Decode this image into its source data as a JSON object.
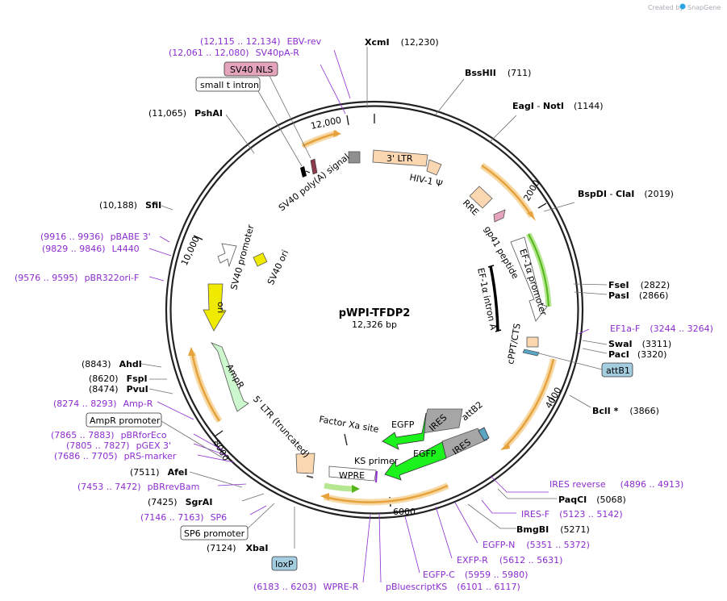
{
  "credit": {
    "text": "Created by",
    "brand": "SnapGene"
  },
  "plasmid": {
    "name": "pWPI-TFDP2",
    "size_label": "12,326 bp"
  },
  "ring_ticks": [
    "2000",
    "4000",
    "6000",
    "8000",
    "10,000",
    "12,000"
  ],
  "enzymes": [
    {
      "name": "XcmI",
      "pos": "(12,230)"
    },
    {
      "name": "BssHII",
      "pos": "(711)"
    },
    {
      "name": "EagI",
      "sep": " - ",
      "name2": "NotI",
      "pos": "(1144)"
    },
    {
      "name": "BspDI",
      "sep": " - ",
      "name2": "ClaI",
      "pos": "(2019)"
    },
    {
      "name": "FseI",
      "pos": "(2822)"
    },
    {
      "name": "PasI",
      "pos": "(2866)"
    },
    {
      "name": "SwaI",
      "pos": "(3311)"
    },
    {
      "name": "PacI",
      "pos": "(3320)"
    },
    {
      "name": "BclI *",
      "pos": "(3866)"
    },
    {
      "name": "PaqCI",
      "pos": "(5068)"
    },
    {
      "name": "BmgBI",
      "pos": "(5271)"
    },
    {
      "name": "XbaI",
      "pos": "(7124)"
    },
    {
      "name": "SgrAI",
      "pos": "(7425)"
    },
    {
      "name": "AfeI",
      "pos": "(7511)"
    },
    {
      "name": "PvuI",
      "pos": "(8474)"
    },
    {
      "name": "FspI",
      "pos": "(8620)"
    },
    {
      "name": "AhdI",
      "pos": "(8843)"
    },
    {
      "name": "SfiI",
      "pos": "(10,188)"
    },
    {
      "name": "PshAI",
      "pos": "(11,065)"
    }
  ],
  "primers": [
    {
      "name": "EBV-rev",
      "pos": "(12,115 .. 12,134)"
    },
    {
      "name": "SV40pA-R",
      "pos": "(12,061 .. 12,080)"
    },
    {
      "name": "EF1a-F",
      "pos": "(3244 .. 3264)"
    },
    {
      "name": "IRES reverse",
      "pos": "(4896 .. 4913)"
    },
    {
      "name": "IRES-F",
      "pos": "(5123 .. 5142)"
    },
    {
      "name": "EGFP-N",
      "pos": "(5351 .. 5372)"
    },
    {
      "name": "EXFP-R",
      "pos": "(5612 .. 5631)"
    },
    {
      "name": "EGFP-C",
      "pos": "(5959 .. 5980)"
    },
    {
      "name": "pBluescriptKS",
      "pos": "(6101 .. 6117)"
    },
    {
      "name": "WPRE-R",
      "pos": "(6183 .. 6203)"
    },
    {
      "name": "SP6",
      "pos": "(7146 .. 7163)"
    },
    {
      "name": "pBRrevBam",
      "pos": "(7453 .. 7472)"
    },
    {
      "name": "pRS-marker",
      "pos": "(7686 .. 7705)"
    },
    {
      "name": "pGEX 3'",
      "pos": "(7805 .. 7827)"
    },
    {
      "name": "pBRforEco",
      "pos": "(7865 .. 7883)"
    },
    {
      "name": "Amp-R",
      "pos": "(8274 .. 8293)"
    },
    {
      "name": "pBR322ori-F",
      "pos": "(9576 .. 9595)"
    },
    {
      "name": "L4440",
      "pos": "(9829 .. 9846)"
    },
    {
      "name": "pBABE 3'",
      "pos": "(9916 .. 9936)"
    }
  ],
  "boxed_labels": [
    "SV40 NLS",
    "small t intron",
    "attB1",
    "AmpR promoter",
    "SP6 promoter",
    "loxP"
  ],
  "features": [
    "3' LTR",
    "HIV-1 Ψ",
    "RRE",
    "gp41 peptide",
    "EF-1α promoter",
    "EF-1α intron A",
    "cPPT/CTS",
    "attB2",
    "IRES",
    "EGFP",
    "KS primer",
    "WPRE",
    "Factor Xa site",
    "5' LTR (truncated)",
    "AmpR",
    "ori",
    "SV40 promoter",
    "SV40 ori",
    "SV40 poly(A) signal"
  ],
  "colors": {
    "primer": "#8d2dd0",
    "ori": "#f0ea00",
    "egfp": "#1cf21c",
    "ires": "#a6a6a6",
    "ampr": "#cdf7cd",
    "ltr": "#fad7b1",
    "orf": "#f3a537",
    "nls": "#e3a4bc",
    "attb": "#a4cde0",
    "polyA": "#8f8f8f"
  }
}
